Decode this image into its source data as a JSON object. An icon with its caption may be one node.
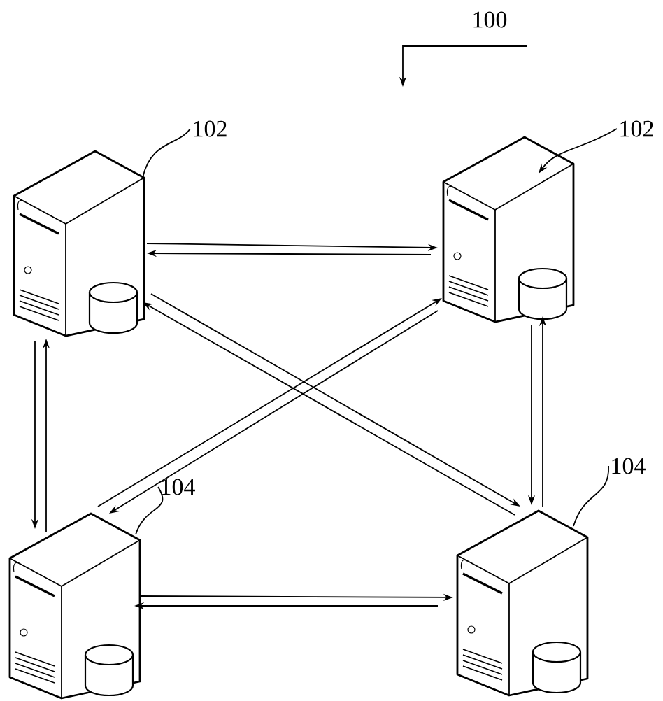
{
  "diagram": {
    "nodes": [
      {
        "text": [
          "100"
        ]
      },
      {
        "text": [],
        "shape": "picture"
      },
      {
        "text": [
          "102"
        ]
      },
      {
        "text": [],
        "shape": "picture"
      },
      {
        "text": [
          "102"
        ]
      },
      {
        "text": [],
        "shape": "picture"
      },
      {
        "text": [
          "104"
        ]
      },
      {
        "text": [],
        "shape": "picture"
      },
      {
        "text": [
          "104"
        ]
      }
    ],
    "edges": [
      {
        "from": 0,
        "to": null,
        "arrow": "to"
      },
      {
        "from": 2,
        "to": 1,
        "arrow": "none"
      },
      {
        "from": 4,
        "to": 3,
        "arrow": "to"
      },
      {
        "from": 6,
        "to": 5,
        "arrow": "none"
      },
      {
        "from": 8,
        "to": 7,
        "arrow": "none"
      },
      {
        "from": 1,
        "to": 3,
        "arrow": "to"
      },
      {
        "from": 3,
        "to": 1,
        "arrow": "to"
      },
      {
        "from": 1,
        "to": 5,
        "arrow": "to"
      },
      {
        "from": 5,
        "to": 1,
        "arrow": "to"
      },
      {
        "from": 1,
        "to": 7,
        "arrow": "to"
      },
      {
        "from": 7,
        "to": 1,
        "arrow": "to"
      },
      {
        "from": 5,
        "to": 3,
        "arrow": "to"
      },
      {
        "from": 3,
        "to": 5,
        "arrow": "to"
      },
      {
        "from": 3,
        "to": 7,
        "arrow": "to"
      },
      {
        "from": 7,
        "to": 3,
        "arrow": "to"
      },
      {
        "from": 5,
        "to": 7,
        "arrow": "to"
      },
      {
        "from": 7,
        "to": 5,
        "arrow": "to"
      }
    ]
  }
}
